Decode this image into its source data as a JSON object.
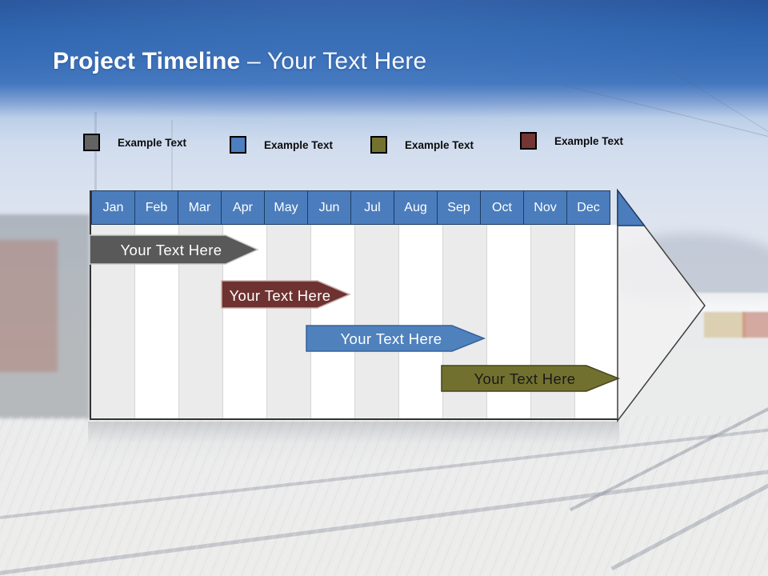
{
  "title": {
    "main": "Project Timeline ",
    "placeholder": "– Your Text Here"
  },
  "legend": {
    "items": [
      {
        "label": "Example Text",
        "color": "#636363",
        "border": "#3b3b3b"
      },
      {
        "label": "Example Text",
        "color": "#4d7ebf",
        "border": "#1f3f66"
      },
      {
        "label": "Example Text",
        "color": "#74722f",
        "border": "#3c3b16"
      },
      {
        "label": "Example Text",
        "color": "#733634",
        "border": "#3e1b1a"
      }
    ]
  },
  "timeline": {
    "months": [
      "Jan",
      "Feb",
      "Mar",
      "Apr",
      "May",
      "Jun",
      "Jul",
      "Aug",
      "Sep",
      "Oct",
      "Nov",
      "Dec"
    ],
    "header_color": "#4b7dbd",
    "header_border_color": "#1d3d63",
    "stripe_colors": [
      "#ebebeb",
      "#ffffff"
    ],
    "bars": [
      {
        "label": "Your Text Here",
        "color": "#595959",
        "outline": "#c9c9c9",
        "text_color": "#ffffff",
        "start_month": "Jan",
        "end_month": "Apr"
      },
      {
        "label": "Your Text Here",
        "color": "#6e3231",
        "outline": "#cdb0ae",
        "text_color": "#ffffff",
        "start_month": "Apr",
        "end_month": "Jun"
      },
      {
        "label": "Your Text Here",
        "color": "#4f81bd",
        "outline": "#36639f",
        "text_color": "#ffffff",
        "start_month": "Jun",
        "end_month": "Sep"
      },
      {
        "label": "Your Text Here",
        "color": "#71702f",
        "outline": "#45441b",
        "text_color": "#1a1a1a",
        "start_month": "Sep",
        "end_month": "Dec"
      }
    ],
    "arrow_fill": "#f2f1f2",
    "arrow_stroke": "#3f3f3f"
  }
}
